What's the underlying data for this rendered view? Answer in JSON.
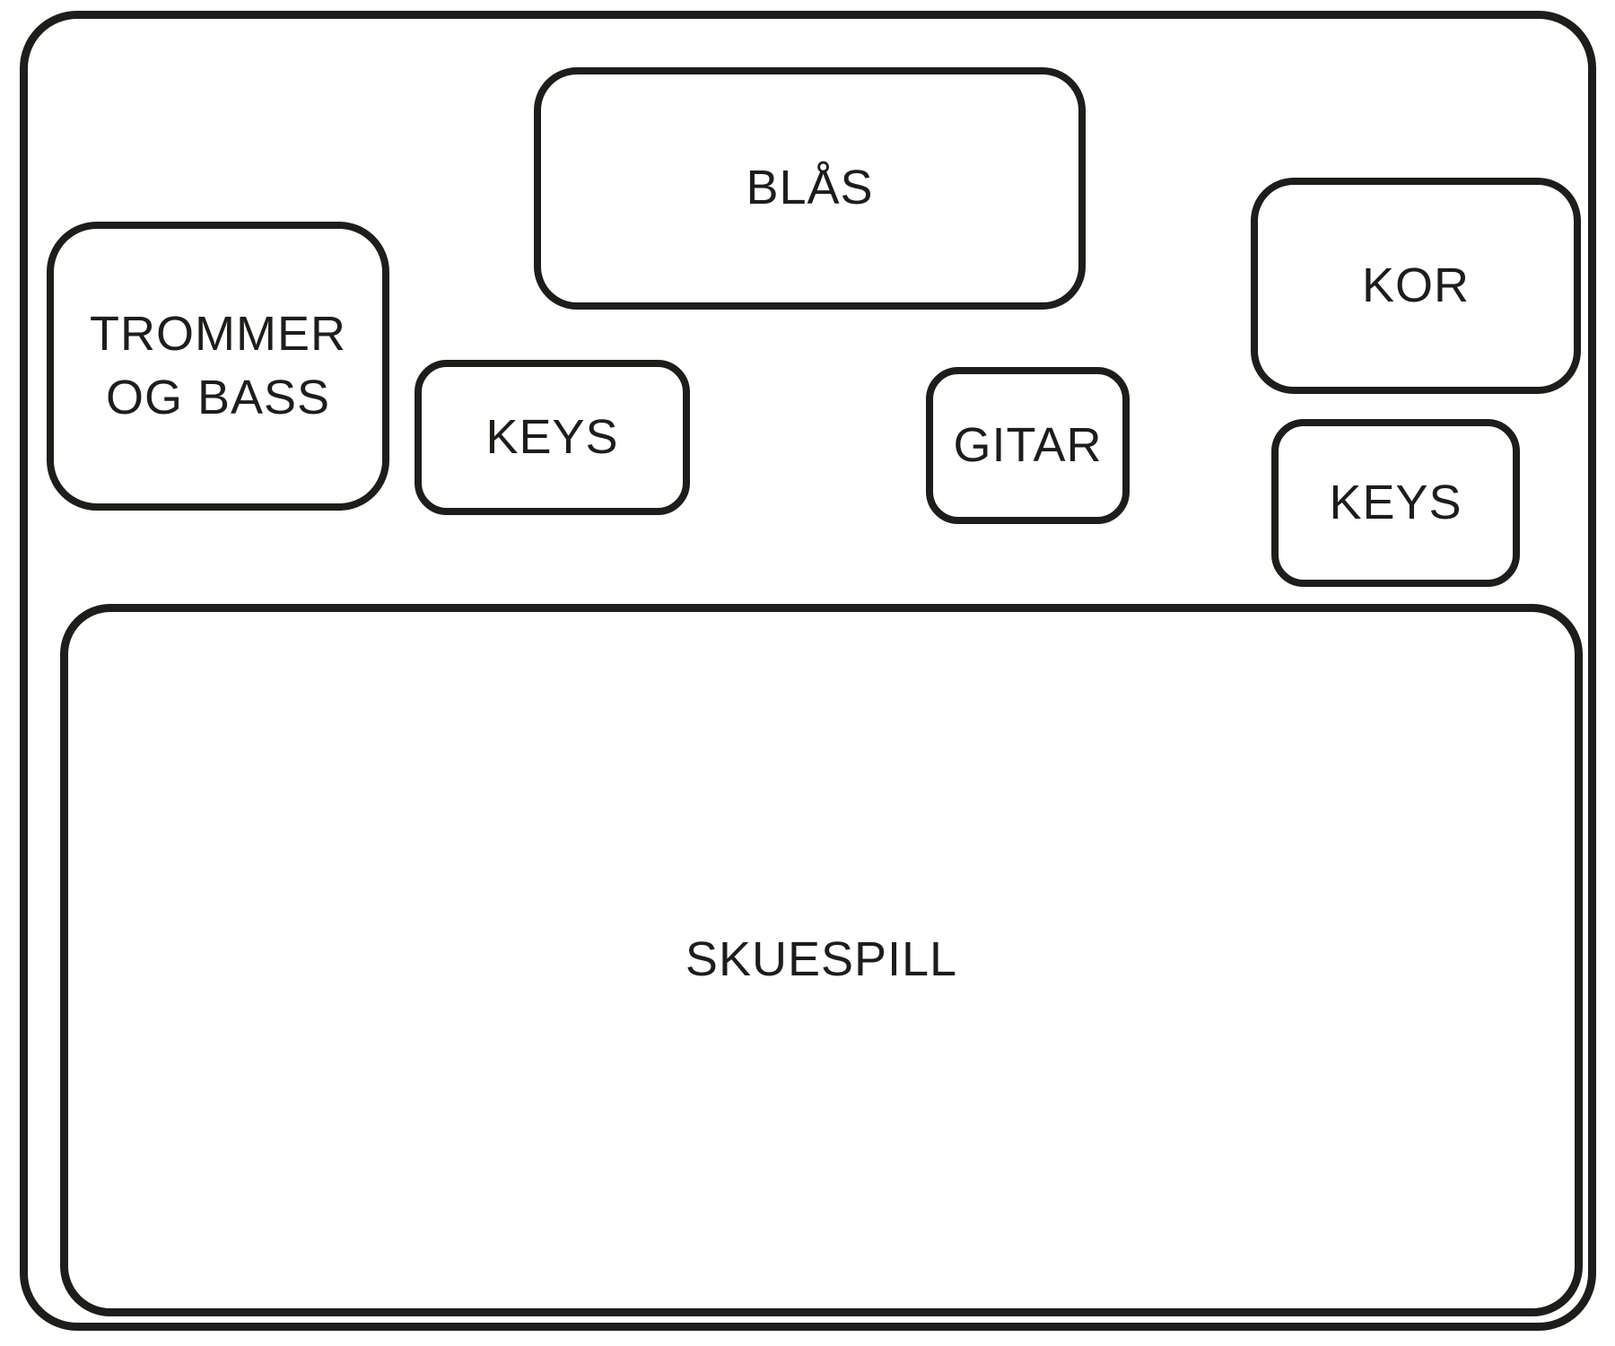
{
  "diagram": {
    "colors": {
      "outline": "#1d1d1b",
      "background": "#ffffff"
    },
    "areas": {
      "blas": {
        "label": "BLÅS"
      },
      "trommer_og_bass": {
        "line1": "TROMMER",
        "line2": "OG BASS"
      },
      "keys_left": {
        "label": "KEYS"
      },
      "gitar": {
        "label": "GITAR"
      },
      "kor": {
        "label": "KOR"
      },
      "keys_right": {
        "label": "KEYS"
      },
      "skuespill": {
        "label": "SKUESPILL"
      }
    }
  }
}
